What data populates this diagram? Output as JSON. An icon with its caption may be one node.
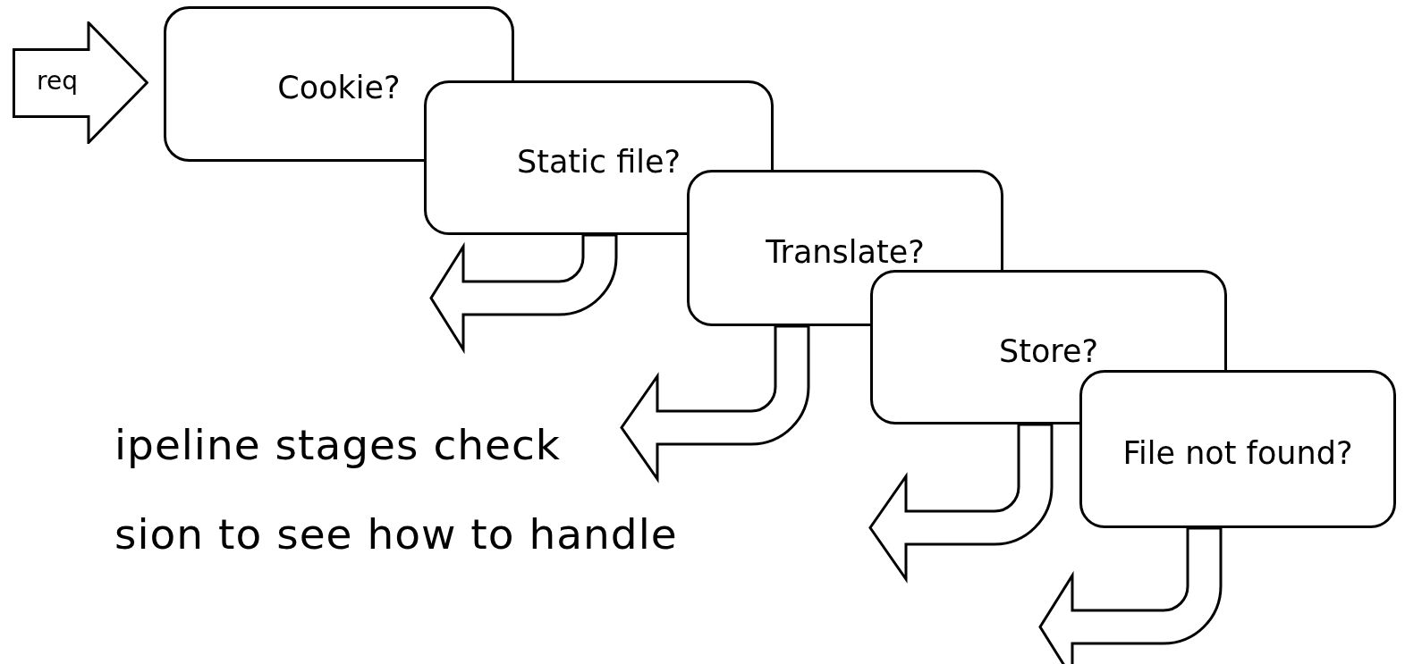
{
  "diagram": {
    "nodes": [
      {
        "text": [
          "req"
        ]
      },
      {
        "text": [
          "Cookie?"
        ]
      },
      {
        "text": [
          "Static file?"
        ]
      },
      {
        "text": [
          "Translate?"
        ]
      },
      {
        "text": [
          "Store?"
        ]
      },
      {
        "text": [
          "File not found?"
        ]
      }
    ],
    "edges": [
      {
        "from": 2,
        "to": null,
        "arrow": "to"
      },
      {
        "from": 3,
        "to": null,
        "arrow": "to"
      },
      {
        "from": 4,
        "to": null,
        "arrow": "to"
      },
      {
        "from": 5,
        "to": null,
        "arrow": "to"
      }
    ],
    "labels": [
      "ipeline stages check",
      "sion to see how to handle"
    ]
  }
}
